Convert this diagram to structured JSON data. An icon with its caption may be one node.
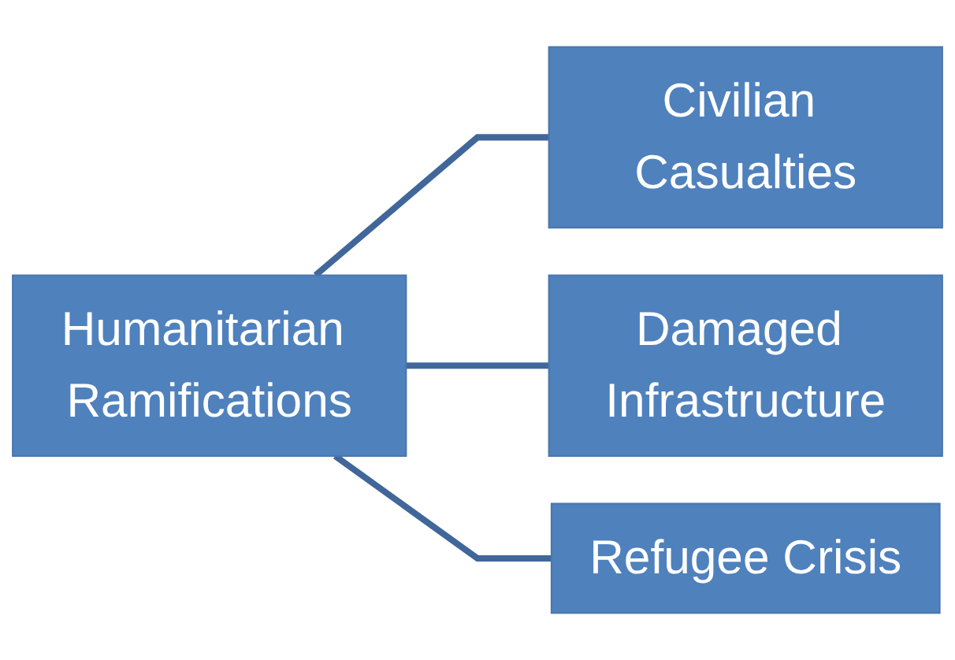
{
  "diagram": {
    "nodes": [
      {
        "text": [
          "Humanitarian Ramifications"
        ]
      },
      {
        "text": [
          "Civilian Casualties"
        ]
      },
      {
        "text": [
          "Damaged Infrastructure"
        ]
      },
      {
        "text": [
          "Refugee Crisis"
        ]
      }
    ],
    "edges": [
      {
        "from": 0,
        "to": 1,
        "arrow": "none"
      },
      {
        "from": 0,
        "to": 2,
        "arrow": "none"
      },
      {
        "from": 0,
        "to": 3,
        "arrow": "none"
      }
    ]
  }
}
